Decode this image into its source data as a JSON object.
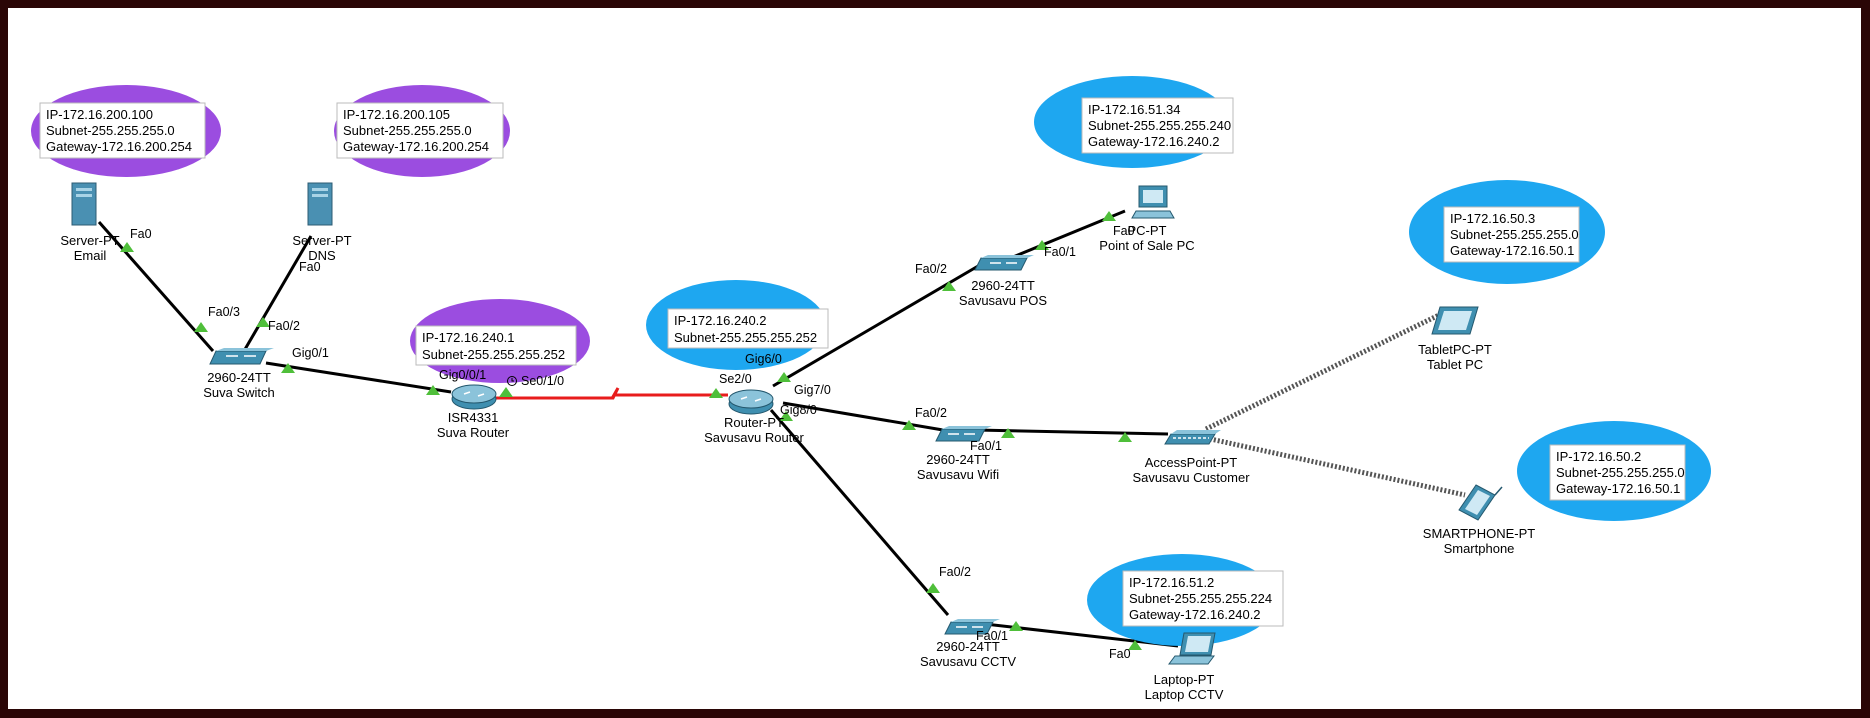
{
  "devices": {
    "email_server": {
      "model": "Server-PT",
      "name": "Email",
      "icon": "server-icon"
    },
    "dns_server": {
      "model": "Server-PT",
      "name": "DNS",
      "icon": "server-icon"
    },
    "suva_switch": {
      "model": "2960-24TT",
      "name": "Suva Switch",
      "icon": "switch-icon"
    },
    "suva_router": {
      "model": "ISR4331",
      "name": "Suva Router",
      "icon": "router-icon"
    },
    "savusavu_router": {
      "model": "Router-PT",
      "name": "Savusavu Router",
      "icon": "router-icon"
    },
    "pos_switch": {
      "model": "2960-24TT",
      "name": "Savusavu POS",
      "icon": "switch-icon"
    },
    "pos_pc": {
      "model": "PC-PT",
      "name": "Point of Sale PC",
      "icon": "pc-icon"
    },
    "wifi_switch": {
      "model": "2960-24TT",
      "name": "Savusavu Wifi",
      "icon": "switch-icon"
    },
    "access_point": {
      "model": "AccessPoint-PT",
      "name": "Savusavu Customer",
      "icon": "access-point-icon"
    },
    "tablet": {
      "model": "TabletPC-PT",
      "name": "Tablet PC",
      "icon": "tablet-icon"
    },
    "smartphone": {
      "model": "SMARTPHONE-PT",
      "name": "Smartphone",
      "icon": "smartphone-icon"
    },
    "cctv_switch": {
      "model": "2960-24TT",
      "name": "Savusavu CCTV",
      "icon": "switch-icon"
    },
    "laptop": {
      "model": "Laptop-PT",
      "name": "Laptop CCTV",
      "icon": "laptop-icon"
    }
  },
  "ports": {
    "email_fa0": "Fa0",
    "dns_fa0": "Fa0",
    "switch_fa03": "Fa0/3",
    "switch_fa02": "Fa0/2",
    "switch_gig01": "Gig0/1",
    "suva_gig001": "Gig0/0/1",
    "suva_se010": "Se0/1/0",
    "sav_se20": "Se2/0",
    "sav_gig60": "Gig6/0",
    "sav_gig70": "Gig7/0",
    "sav_gig80": "Gig8/0",
    "pos_fa02": "Fa0/2",
    "pos_fa01": "Fa0/1",
    "pc_fa0": "Fa0",
    "wifi_fa02": "Fa0/2",
    "wifi_fa01": "Fa0/1",
    "cctv_fa02": "Fa0/2",
    "cctv_fa01": "Fa0/1",
    "laptop_fa0": "Fa0"
  },
  "notes": {
    "email": {
      "ip": "IP-172.16.200.100",
      "subnet": "Subnet-255.255.255.0",
      "gateway": "Gateway-172.16.200.254",
      "color": "#9b4de0"
    },
    "dns": {
      "ip": "IP-172.16.200.105",
      "subnet": "Subnet-255.255.255.0",
      "gateway": "Gateway-172.16.200.254",
      "color": "#9b4de0"
    },
    "suva_router": {
      "ip": "IP-172.16.240.1",
      "subnet": "Subnet-255.255.255.252",
      "color": "#9b4de0"
    },
    "savusavu_router": {
      "ip": "IP-172.16.240.2",
      "subnet": "Subnet-255.255.255.252",
      "color": "#1ea7f0"
    },
    "pos": {
      "ip": "IP-172.16.51.34",
      "subnet": "Subnet-255.255.255.240",
      "gateway": "Gateway-172.16.240.2",
      "color": "#1ea7f0"
    },
    "tablet": {
      "ip": "IP-172.16.50.3",
      "subnet": "Subnet-255.255.255.0",
      "gateway": "Gateway-172.16.50.1",
      "color": "#1ea7f0"
    },
    "smartphone": {
      "ip": "IP-172.16.50.2",
      "subnet": "Subnet-255.255.255.0",
      "gateway": "Gateway-172.16.50.1",
      "color": "#1ea7f0"
    },
    "laptop": {
      "ip": "IP-172.16.51.2",
      "subnet": "Subnet-255.255.255.224",
      "gateway": "Gateway-172.16.240.2",
      "color": "#1ea7f0"
    }
  },
  "colors": {
    "serial_link": "#e81d1d",
    "ethernet_link": "#000000",
    "port_marker": "#4fbf3a"
  }
}
